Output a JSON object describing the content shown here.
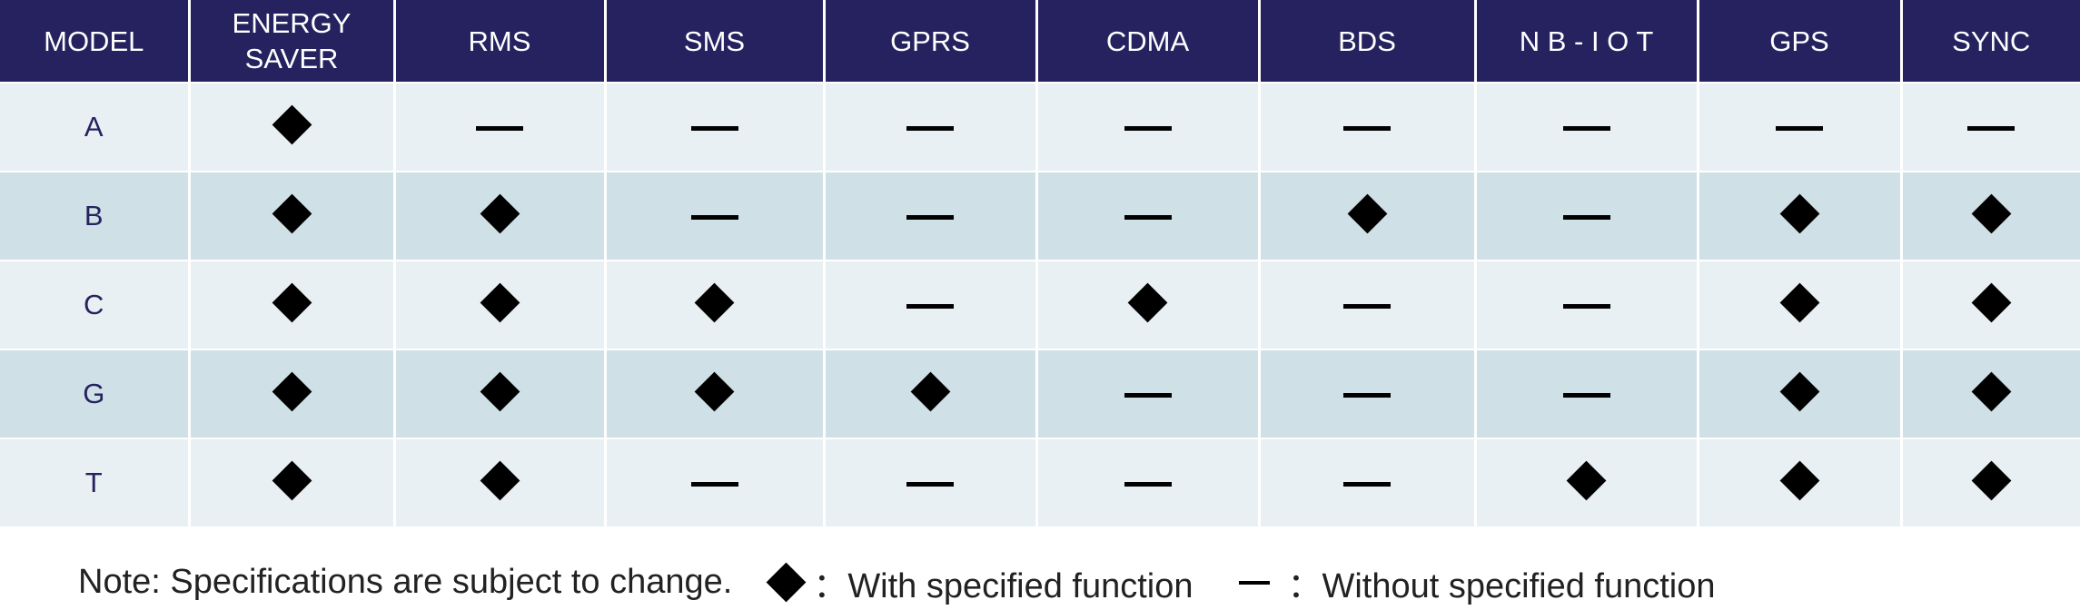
{
  "table": {
    "headers": [
      "MODEL",
      "ENERGY\nSAVER",
      "RMS",
      "SMS",
      "GPRS",
      "CDMA",
      "BDS",
      "N B - I O T",
      "GPS",
      "SYNC"
    ],
    "rows": [
      {
        "model": "A",
        "marks": [
          "yes",
          "no",
          "no",
          "no",
          "no",
          "no",
          "no",
          "no",
          "no"
        ]
      },
      {
        "model": "B",
        "marks": [
          "yes",
          "yes",
          "no",
          "no",
          "no",
          "yes",
          "no",
          "yes",
          "yes"
        ]
      },
      {
        "model": "C",
        "marks": [
          "yes",
          "yes",
          "yes",
          "no",
          "yes",
          "no",
          "no",
          "yes",
          "yes"
        ]
      },
      {
        "model": "G",
        "marks": [
          "yes",
          "yes",
          "yes",
          "yes",
          "no",
          "no",
          "no",
          "yes",
          "yes"
        ]
      },
      {
        "model": "T",
        "marks": [
          "yes",
          "yes",
          "no",
          "no",
          "no",
          "no",
          "yes",
          "yes",
          "yes"
        ]
      }
    ]
  },
  "legend": {
    "note": "Note: Specifications are subject to change.",
    "yes_icon": "diamond-icon",
    "yes_text": "：With specified function",
    "no_icon": "dash-icon",
    "no_text": "：Without specified function"
  },
  "colors": {
    "header_bg": "#25225f",
    "row_light": "#e9f0f3",
    "row_dark": "#cfe1e7"
  }
}
